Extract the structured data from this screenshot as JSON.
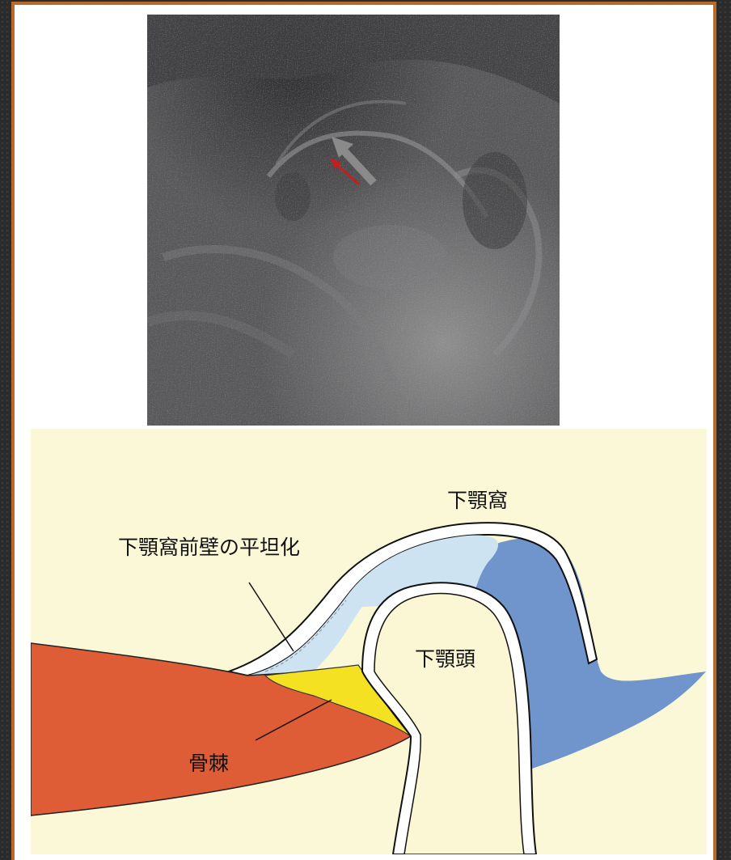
{
  "xray": {
    "arrow_colors": {
      "outer": "#8a8a8a",
      "inner": "#c41e1e"
    }
  },
  "diagram": {
    "labels": {
      "fossa": "下顎窩",
      "flattening": "下顎窩前壁の平坦化",
      "condyle": "下顎頭",
      "osteophyte": "骨棘"
    },
    "colors": {
      "background": "#fbf8d8",
      "bone_red": "#de5c36",
      "osteophyte_yellow": "#f4e222",
      "disc_light_blue": "#cde3f2",
      "tissue_blue": "#6f95cc",
      "condyle_cream": "#fbf6d4",
      "cortex_white": "#ffffff"
    }
  }
}
